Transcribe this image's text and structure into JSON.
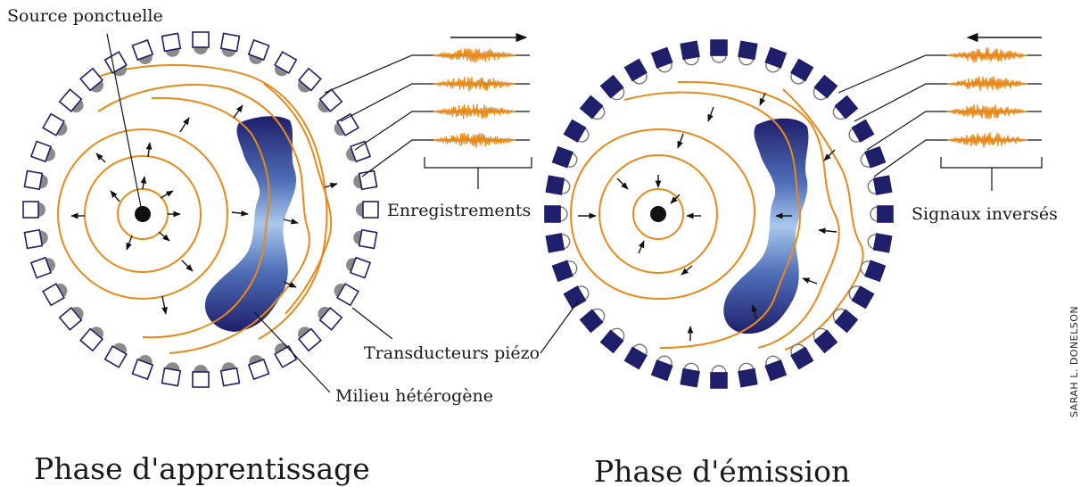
{
  "labels": {
    "source": "Source ponctuelle",
    "recordings": "Enregistrements",
    "transducers": "Transducteurs piézo",
    "medium": "Milieu hétérogène",
    "inverted": "Signaux inversés",
    "phase_learning": "Phase d'apprentissage",
    "phase_emission": "Phase d'émission",
    "credit": "SARAH L. DONELSON"
  },
  "colors": {
    "transducer_stroke": "#1f1f6b",
    "transducer_fill_active": "#1f1f6b",
    "wave": "#e8891a",
    "echo_gray": "#8a8a8a",
    "medium_dark": "#1f1f6b",
    "medium_light": "#a8c8ec"
  }
}
